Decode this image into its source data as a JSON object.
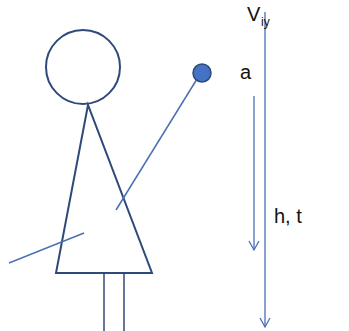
{
  "diagram": {
    "labels": [
      "V",
      "iy",
      "a",
      "h, t"
    ]
  }
}
